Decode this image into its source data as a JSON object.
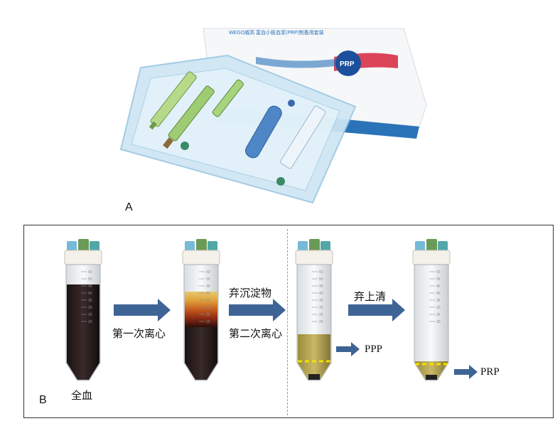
{
  "panel_a": {
    "label": "A",
    "box_title": "富血小板血浆(PRP)制备用套装",
    "brand_text": "WEGO威高",
    "logo_text": "PRP"
  },
  "panel_b": {
    "label": "B",
    "tube_scale_marks": [
      "50",
      "55",
      "45",
      "40",
      "35",
      "30",
      "25",
      "20"
    ],
    "tube1_caption": "全血",
    "arrow1_label": "第一次离心",
    "arrow2_label_top": "弃沉淀物",
    "arrow2_label_bottom": "第二次离心",
    "arrow3_label": "弃上清",
    "ppp_label": "PPP",
    "prp_label": "PRP"
  },
  "colors": {
    "arrow": "#3e6495",
    "cap_left": "#76b9d8",
    "cap_mid": "#6a9a58",
    "cap_right": "#52a8a8"
  }
}
